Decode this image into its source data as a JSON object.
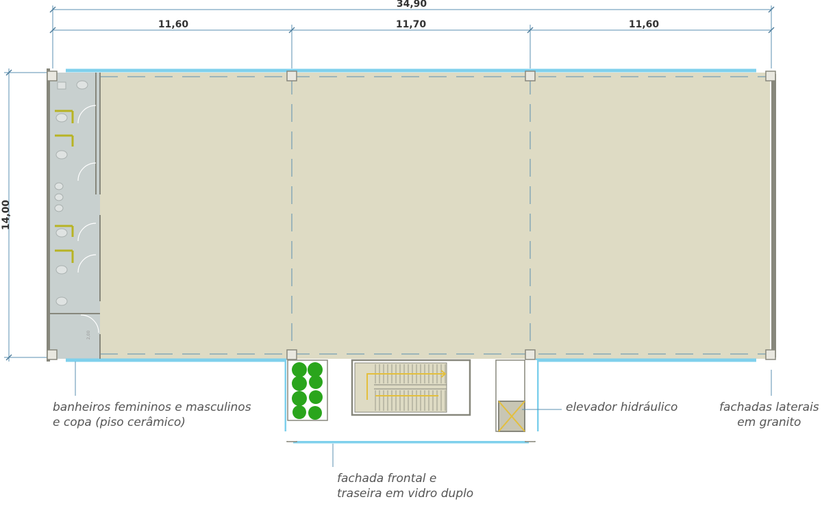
{
  "dimensions": {
    "total_width": "34,90",
    "bay_1": "11,60",
    "bay_2": "11,70",
    "bay_3": "11,60",
    "depth": "14,00",
    "small_note": "2,00"
  },
  "labels": {
    "bathrooms": [
      "banheiros femininos e masculinos",
      "e copa (piso cerâmico)"
    ],
    "elevator": [
      "elevador hidráulico"
    ],
    "side_facades": [
      "fachadas laterais",
      "em granito"
    ],
    "front_facade": [
      "fachada frontal e",
      "traseira em vidro duplo"
    ]
  },
  "colors": {
    "floor": "#dedbc4",
    "wall": "#87877c",
    "glass": "#7fd0ec",
    "wet_area": "#c8d0cf",
    "fixture": "#b7b324",
    "vegetation": "#2aa51c",
    "stair": "#e3bf3d",
    "grid_line": "#5a8fb0"
  }
}
